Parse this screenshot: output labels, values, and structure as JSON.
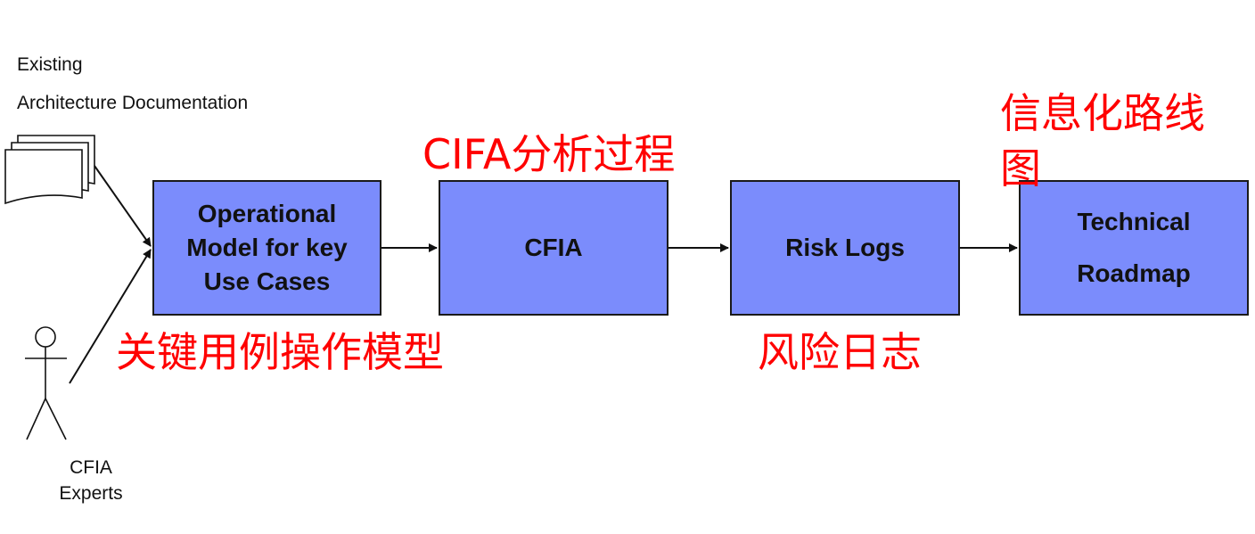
{
  "inputs": {
    "documents": {
      "label_line1": "Existing",
      "label_line2": "Architecture Documentation"
    },
    "experts": {
      "label_line1": "CFIA",
      "label_line2": "Experts"
    }
  },
  "process": [
    {
      "line1": "Operational",
      "line2": "Model for key",
      "line3": "Use Cases"
    },
    {
      "line1": "CFIA"
    },
    {
      "line1": "Risk Logs"
    },
    {
      "line1": "Technical",
      "line2": "Roadmap"
    }
  ],
  "annotations": {
    "operational_model_cn": "关键用例操作模型",
    "cfia_cn": "CIFA分析过程",
    "risk_logs_cn": "风险日志",
    "roadmap_cn_line1": "信息化路线",
    "roadmap_cn_line2": "图"
  },
  "colors": {
    "box_fill": "#7b8cfc",
    "box_border": "#1a1a1a",
    "annotation": "#ff0000",
    "arrow": "#111111"
  }
}
